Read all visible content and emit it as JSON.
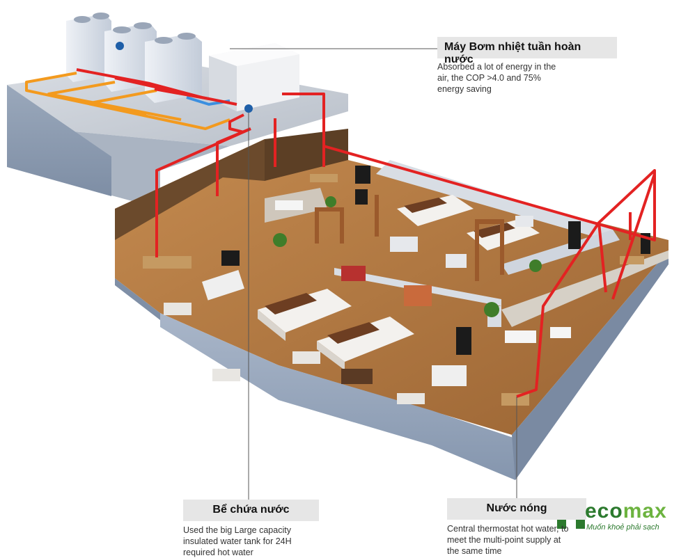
{
  "callouts": {
    "heat_pump": {
      "title": "Máy Bơm nhiệt tuần hoàn nước",
      "desc": "Absorbed a lot of energy in the\nair, the COP >4.0 and 75%\nenergy saving"
    },
    "tank": {
      "title": "Bể chứa nước",
      "desc": "Used the big Large capacity\ninsulated water tank for 24H\nrequired hot water"
    },
    "hot_water": {
      "title": "Nước nóng",
      "desc": "Central thermostat hot water, to\nmeet the multi-point supply at\nthe same time"
    }
  },
  "brand": {
    "name_a": "eco",
    "name_b": "max",
    "slogan": "Muốn khoẻ phải sạch"
  },
  "colors": {
    "pipe_hot": "#e32222",
    "pipe_warm": "#f39a1e",
    "pipe_cold": "#3b8fe0",
    "floor": "#b07a45",
    "wall": "#8fa3bd",
    "roof": "#c9ced6",
    "brand_green": "#2c7a2e"
  }
}
